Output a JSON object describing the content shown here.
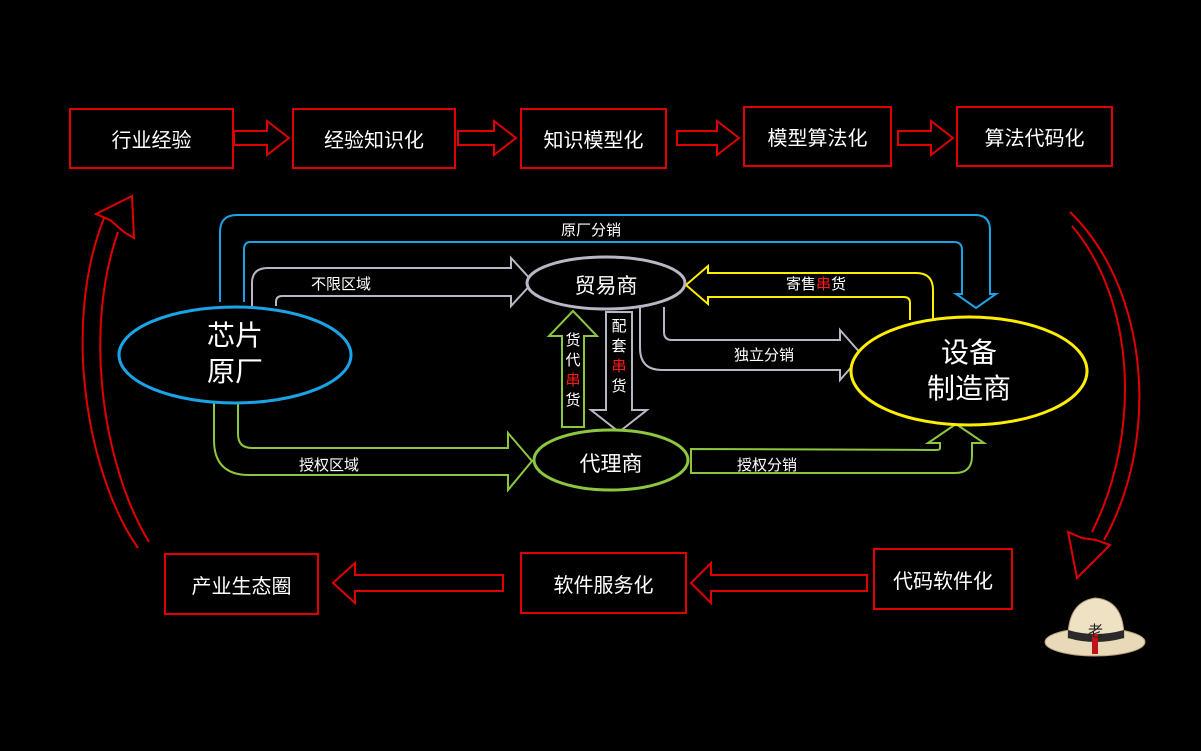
{
  "top_chain": [
    "行业经验",
    "经验知识化",
    "知识模型化",
    "模型算法化",
    "算法代码化"
  ],
  "bottom_chain": [
    "产业生态圈",
    "软件服务化",
    "代码软件化"
  ],
  "nodes": {
    "chip_line1": "芯片",
    "chip_line2": "原厂",
    "trader": "贸易商",
    "agent": "代理商",
    "maker_line1": "设备",
    "maker_line2": "制造商"
  },
  "edges": {
    "origin_distribution": "原厂分销",
    "unrestricted_region": "不限区域",
    "authorized_region": "授权区域",
    "consignment_a": "寄售",
    "consignment_b": "串",
    "consignment_c": "货",
    "independent_distribution": "独立分销",
    "authorized_distribution": "授权分销",
    "matching_1": "配",
    "matching_2": "套",
    "matching_3": "串",
    "matching_4": "货",
    "proxy_1": "货",
    "proxy_2": "代",
    "proxy_3": "串",
    "proxy_4": "货"
  },
  "logo": {
    "char": "老"
  },
  "colors": {
    "red": "#e00000",
    "blue": "#1aa3e6",
    "gray": "#b8b8c4",
    "green": "#8dc63f",
    "yellow": "#ffee00"
  }
}
